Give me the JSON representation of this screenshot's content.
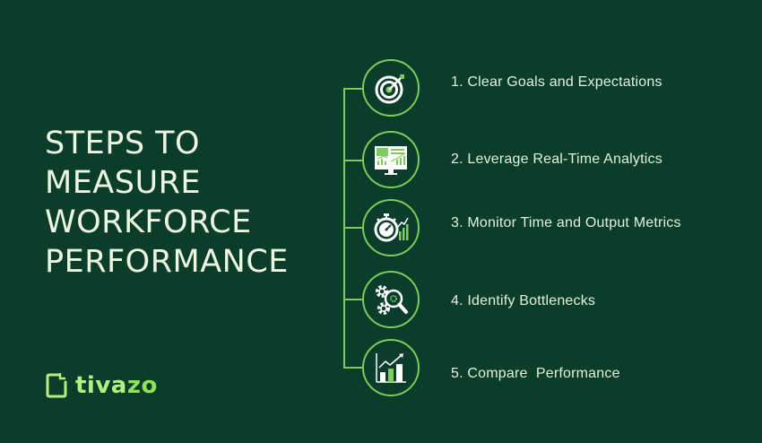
{
  "title": {
    "lines": [
      "STEPS TO",
      "MEASURE",
      "WORKFORCE",
      "PERFORMANCE"
    ]
  },
  "logo": {
    "icon": "tivazo-logo-icon",
    "text_part1": "tiva",
    "text_part2": "zo"
  },
  "colors": {
    "background": "#0a3d2a",
    "accent": "#7ecb5e",
    "title_text": "#eef5e0",
    "step_text": "#e4f0e2",
    "logo_light": "#b6ee84",
    "logo_bright": "#8ee35a"
  },
  "steps": [
    {
      "label": "1. Clear Goals and Expectations",
      "icon": "target-icon"
    },
    {
      "label": "2. Leverage Real-Time Analytics",
      "icon": "analytics-monitor-icon"
    },
    {
      "label": "3. Monitor Time and Output Metrics",
      "icon": "stopwatch-chart-icon"
    },
    {
      "label": "4. Identify Bottlenecks",
      "icon": "gears-magnifier-icon"
    },
    {
      "label": "5. Compare  Performance",
      "icon": "growth-chart-icon"
    }
  ]
}
